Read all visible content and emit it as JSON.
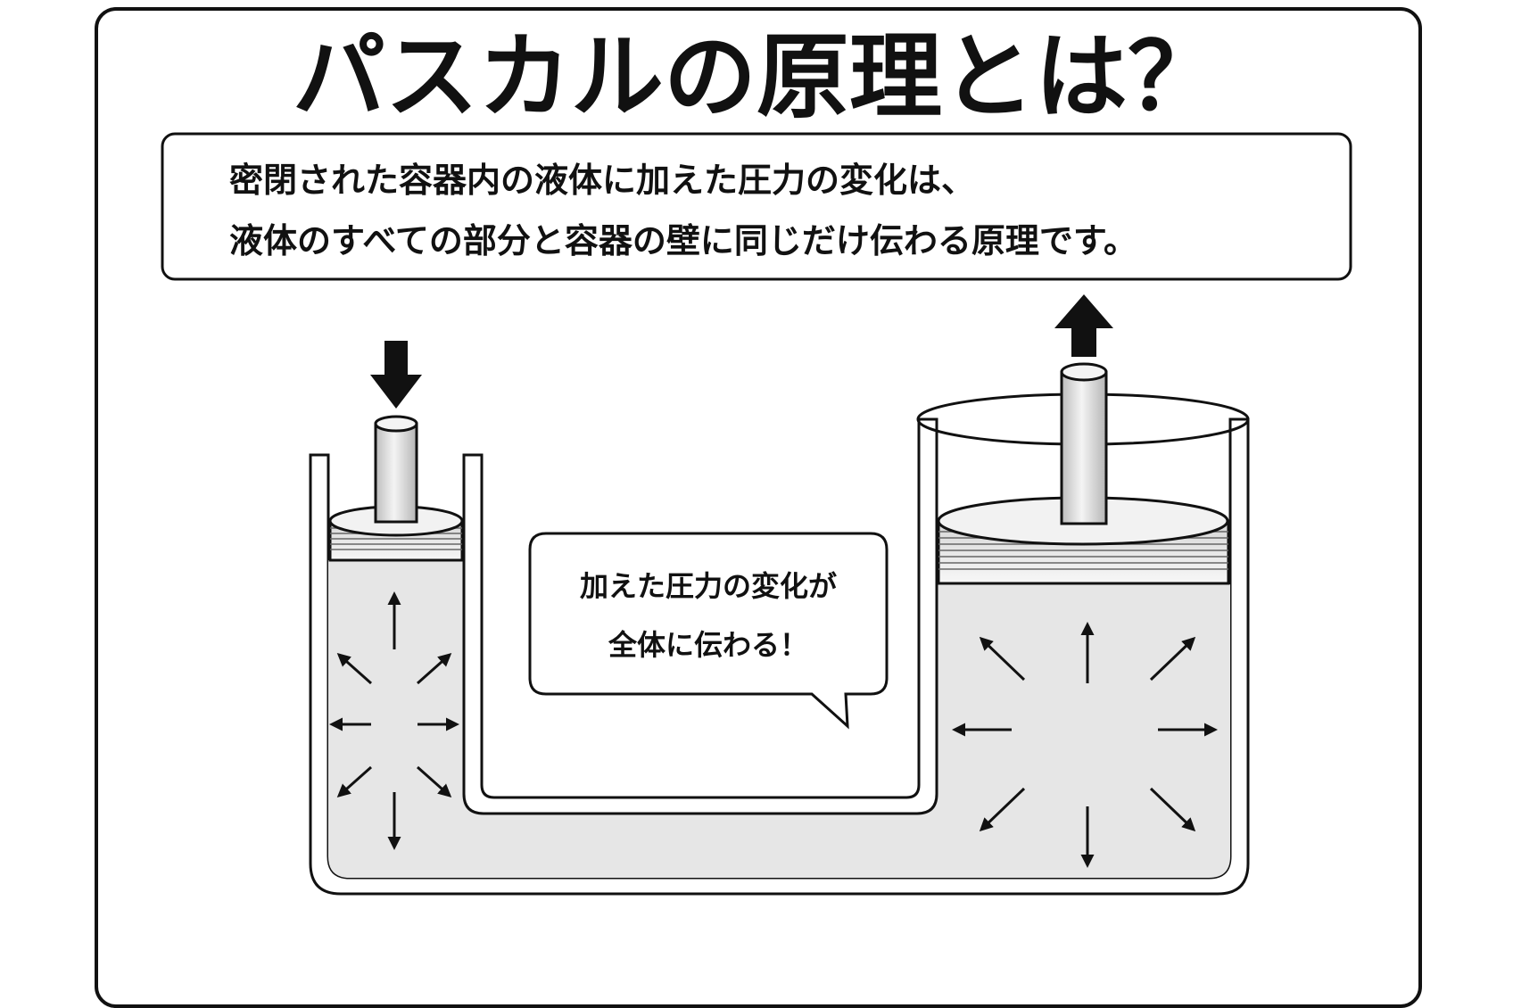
{
  "title": "パスカルの原理とは？",
  "description": {
    "line1": "密閉された容器内の液体に加えた圧力の変化は、",
    "line2": "液体のすべての部分と容器の壁に同じだけ伝わる原理です。"
  },
  "speech_bubble": {
    "line1": "加えた圧力の変化が",
    "line2": "全体に伝わる！"
  },
  "colors": {
    "ink": "#111111",
    "liquid": "#e6e6e6",
    "piston_face": "#f2f2f2",
    "rod": "#d8d8d8",
    "background": "#ffffff"
  }
}
